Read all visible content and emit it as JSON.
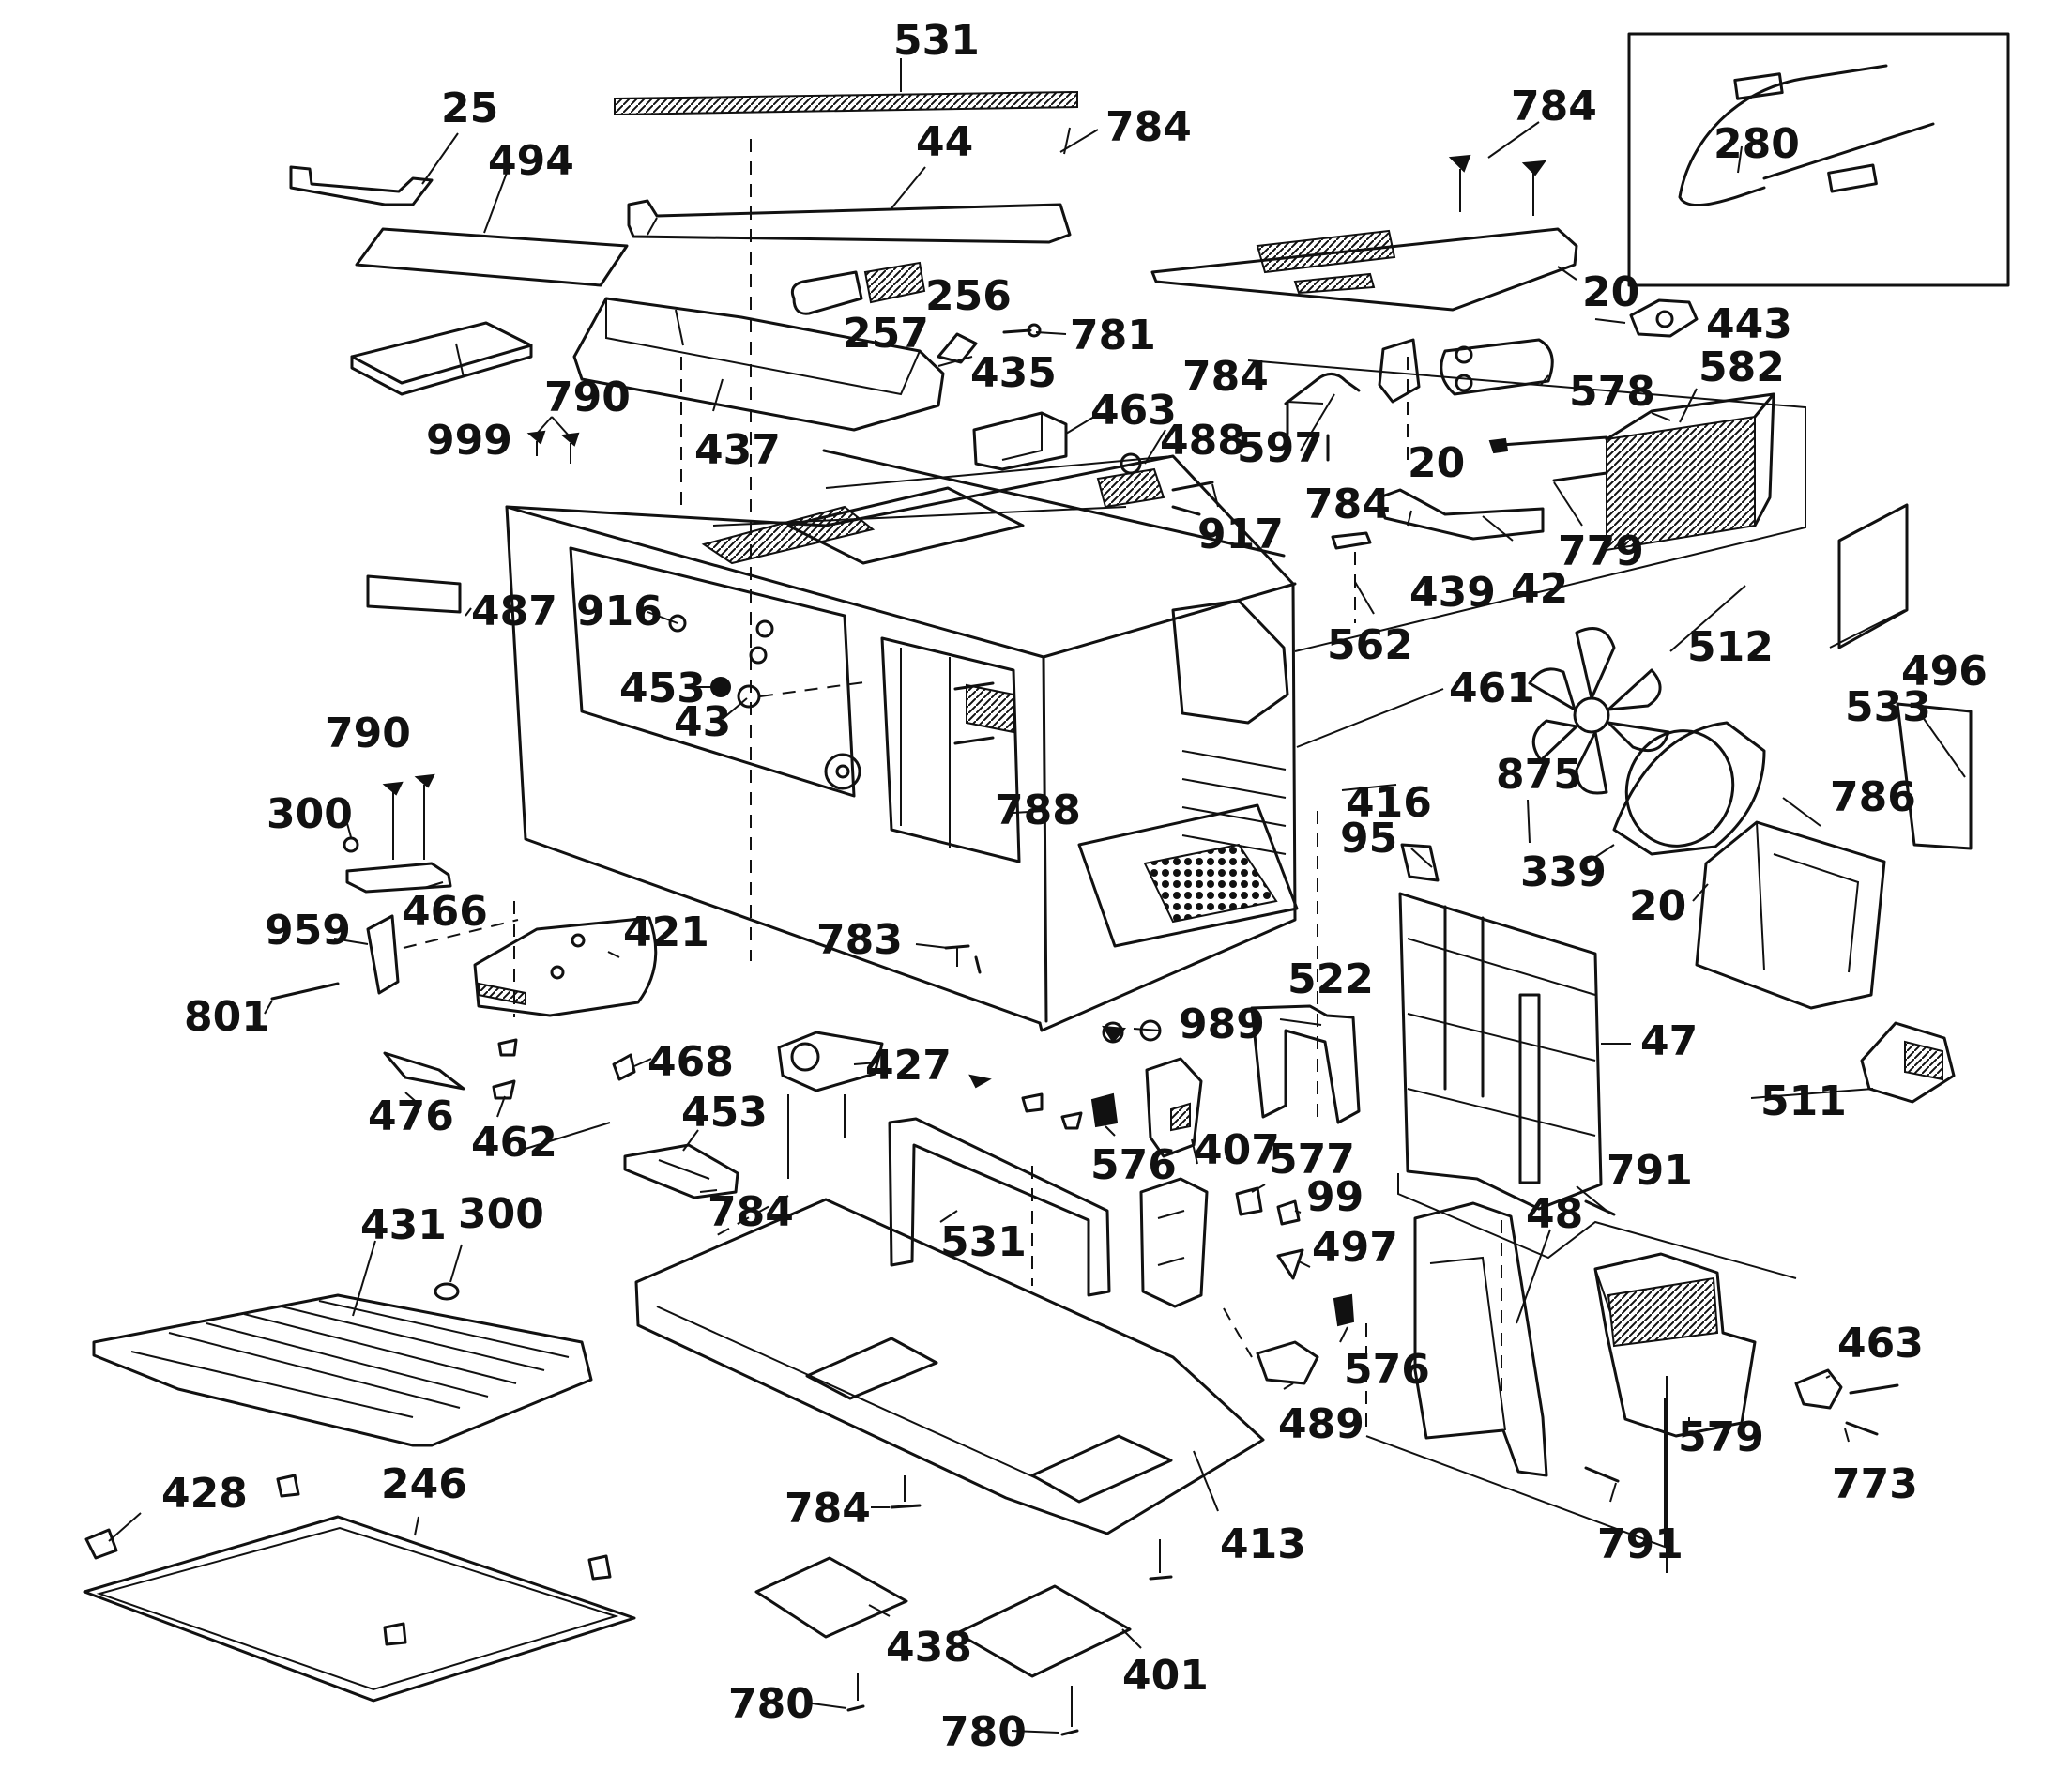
{
  "parts": [
    {
      "id": "p531a",
      "num": "531"
    },
    {
      "id": "p25",
      "num": "25"
    },
    {
      "id": "p494",
      "num": "494"
    },
    {
      "id": "p44",
      "num": "44"
    },
    {
      "id": "p784a",
      "num": "784"
    },
    {
      "id": "p784b",
      "num": "784"
    },
    {
      "id": "p280",
      "num": "280"
    },
    {
      "id": "p256",
      "num": "256"
    },
    {
      "id": "p257",
      "num": "257"
    },
    {
      "id": "p20a",
      "num": "20"
    },
    {
      "id": "p443",
      "num": "443"
    },
    {
      "id": "p781",
      "num": "781"
    },
    {
      "id": "p435",
      "num": "435"
    },
    {
      "id": "p784c",
      "num": "784"
    },
    {
      "id": "p578",
      "num": "578"
    },
    {
      "id": "p582",
      "num": "582"
    },
    {
      "id": "p999",
      "num": "999"
    },
    {
      "id": "p790a",
      "num": "790"
    },
    {
      "id": "p437",
      "num": "437"
    },
    {
      "id": "p463a",
      "num": "463"
    },
    {
      "id": "p488",
      "num": "488"
    },
    {
      "id": "p597",
      "num": "597"
    },
    {
      "id": "p20b",
      "num": "20"
    },
    {
      "id": "p784d",
      "num": "784"
    },
    {
      "id": "p917",
      "num": "917"
    },
    {
      "id": "p779",
      "num": "779"
    },
    {
      "id": "p439",
      "num": "439"
    },
    {
      "id": "p42",
      "num": "42"
    },
    {
      "id": "p487",
      "num": "487"
    },
    {
      "id": "p916",
      "num": "916"
    },
    {
      "id": "p562",
      "num": "562"
    },
    {
      "id": "p512",
      "num": "512"
    },
    {
      "id": "p496",
      "num": "496"
    },
    {
      "id": "p453a",
      "num": "453"
    },
    {
      "id": "p461",
      "num": "461"
    },
    {
      "id": "p43",
      "num": "43"
    },
    {
      "id": "p533",
      "num": "533"
    },
    {
      "id": "p790b",
      "num": "790"
    },
    {
      "id": "p416",
      "num": "416"
    },
    {
      "id": "p875",
      "num": "875"
    },
    {
      "id": "p786",
      "num": "786"
    },
    {
      "id": "p788",
      "num": "788"
    },
    {
      "id": "p300a",
      "num": "300"
    },
    {
      "id": "p95",
      "num": "95"
    },
    {
      "id": "p339",
      "num": "339"
    },
    {
      "id": "p466",
      "num": "466"
    },
    {
      "id": "p20c",
      "num": "20"
    },
    {
      "id": "p421",
      "num": "421"
    },
    {
      "id": "p959",
      "num": "959"
    },
    {
      "id": "p783",
      "num": "783"
    },
    {
      "id": "p522",
      "num": "522"
    },
    {
      "id": "p801",
      "num": "801"
    },
    {
      "id": "p989",
      "num": "989"
    },
    {
      "id": "p47",
      "num": "47"
    },
    {
      "id": "p468",
      "num": "468"
    },
    {
      "id": "p427",
      "num": "427"
    },
    {
      "id": "p511",
      "num": "511"
    },
    {
      "id": "p476",
      "num": "476"
    },
    {
      "id": "p453b",
      "num": "453"
    },
    {
      "id": "p462",
      "num": "462"
    },
    {
      "id": "p407",
      "num": "407"
    },
    {
      "id": "p576a",
      "num": "576"
    },
    {
      "id": "p577",
      "num": "577"
    },
    {
      "id": "p791a",
      "num": "791"
    },
    {
      "id": "p431",
      "num": "431"
    },
    {
      "id": "p300b",
      "num": "300"
    },
    {
      "id": "p784e",
      "num": "784"
    },
    {
      "id": "p99",
      "num": "99"
    },
    {
      "id": "p531b",
      "num": "531"
    },
    {
      "id": "p497",
      "num": "497"
    },
    {
      "id": "p48",
      "num": "48"
    },
    {
      "id": "p463b",
      "num": "463"
    },
    {
      "id": "p576b",
      "num": "576"
    },
    {
      "id": "p489",
      "num": "489"
    },
    {
      "id": "p579",
      "num": "579"
    },
    {
      "id": "p428",
      "num": "428"
    },
    {
      "id": "p246",
      "num": "246"
    },
    {
      "id": "p773",
      "num": "773"
    },
    {
      "id": "p784f",
      "num": "784"
    },
    {
      "id": "p413",
      "num": "413"
    },
    {
      "id": "p791b",
      "num": "791"
    },
    {
      "id": "p438",
      "num": "438"
    },
    {
      "id": "p401",
      "num": "401"
    },
    {
      "id": "p780a",
      "num": "780"
    },
    {
      "id": "p780b",
      "num": "780"
    }
  ]
}
